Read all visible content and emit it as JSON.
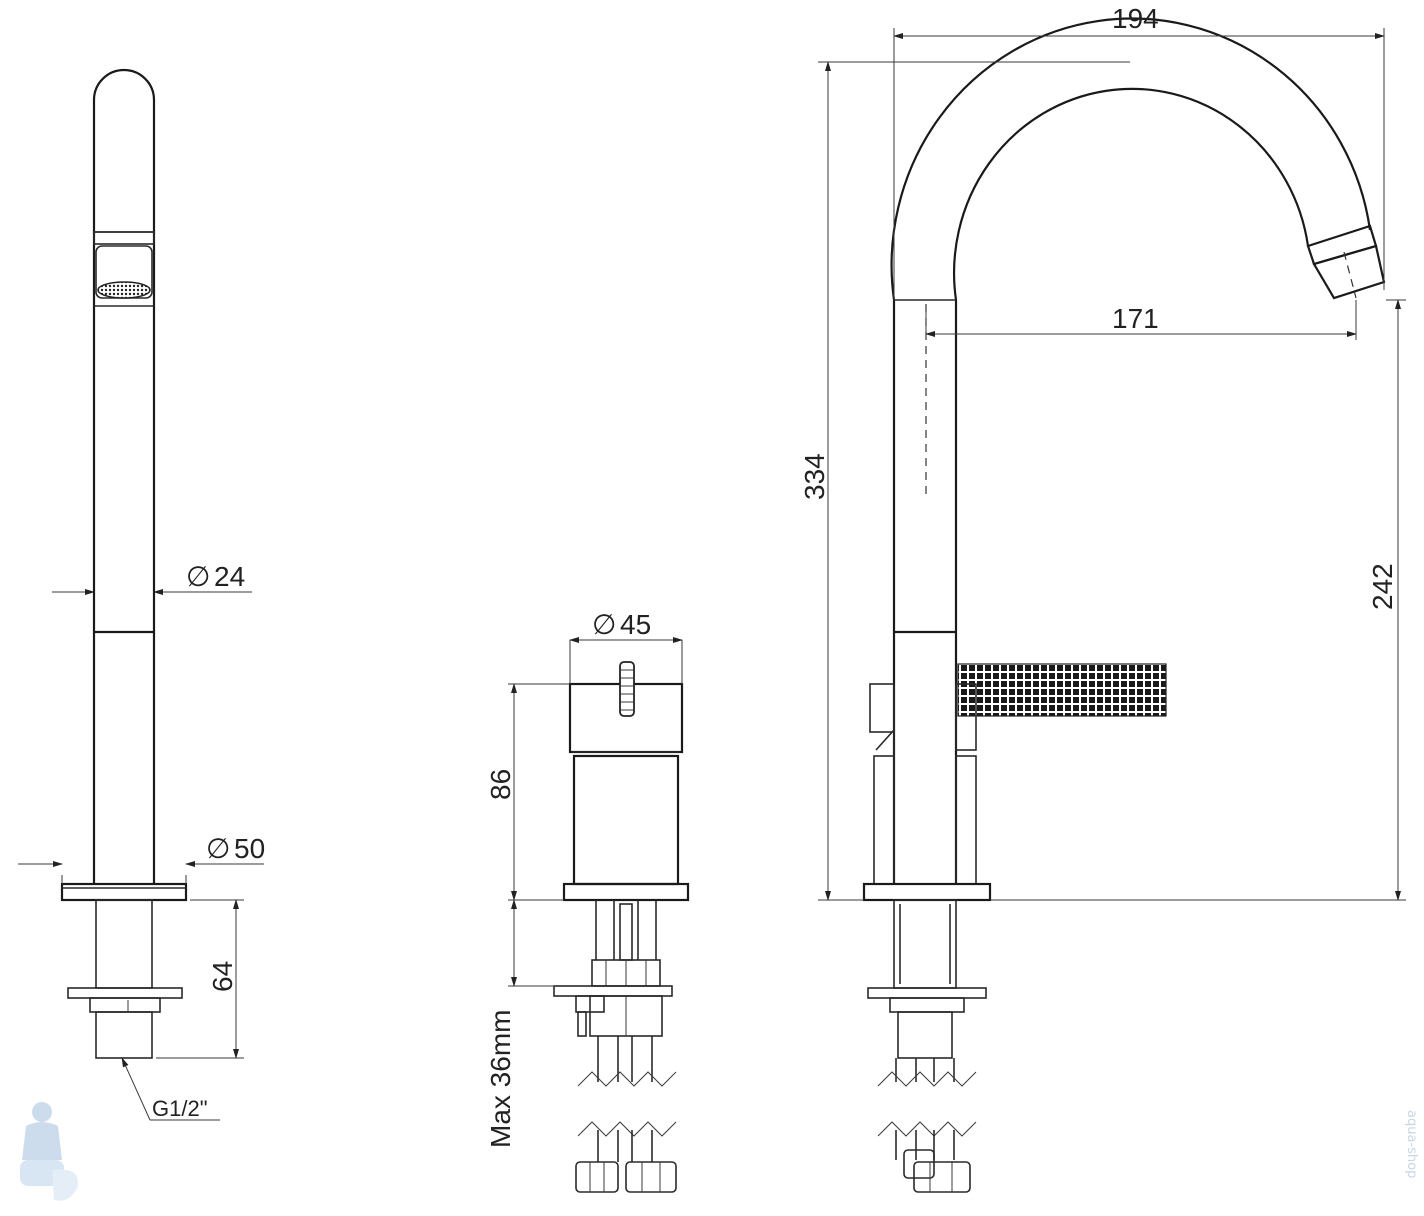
{
  "drawing": {
    "dimensions": {
      "d24": "24",
      "d50": "50",
      "h64": "64",
      "thread": "G1/2\"",
      "d45": "45",
      "h86": "86",
      "max_depth": "Max 36mm",
      "w194": "194",
      "w171": "171",
      "h334": "334",
      "h242": "242"
    },
    "diameter_symbol": "∅",
    "watermark": "aqua-shop"
  }
}
